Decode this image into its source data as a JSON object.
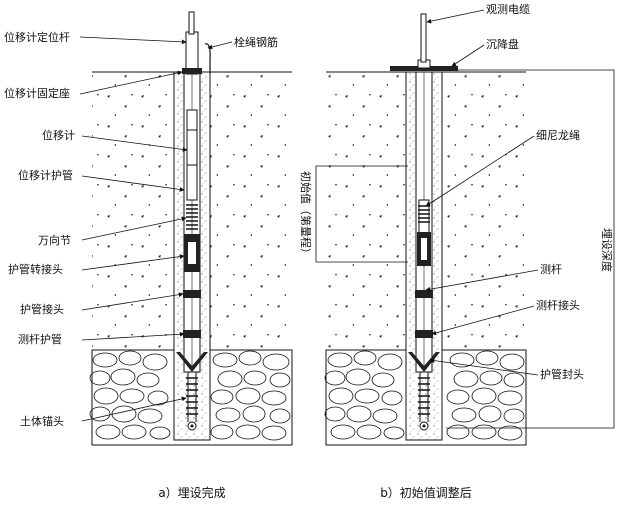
{
  "figure": {
    "left_labels": {
      "positioner_rod": "位移计定位杆",
      "fixed_seat": "位移计固定座",
      "displacement_meter": "位移计",
      "meter_sleeve": "位移计护管",
      "universal_joint": "万向节",
      "sleeve_adapter": "护管转接头",
      "sleeve_joint": "护管接头",
      "rod_sleeve": "测杆护管",
      "soil_anchor": "土体锚头"
    },
    "top_label_a": "栓绳钢筋",
    "right_labels": {
      "cable": "观测电缆",
      "settlement_plate": "沉降盘",
      "nylon_rope": "细尼龙绳",
      "measuring_rod": "测杆",
      "rod_joint": "测杆接头",
      "sleeve_cap": "护管封头"
    },
    "vertical_labels": {
      "initial_value": "初始值（第量程）",
      "burial_depth": "埋设深度"
    },
    "captions": {
      "a": "a）埋设完成",
      "b": "b）初始值调整后"
    }
  }
}
